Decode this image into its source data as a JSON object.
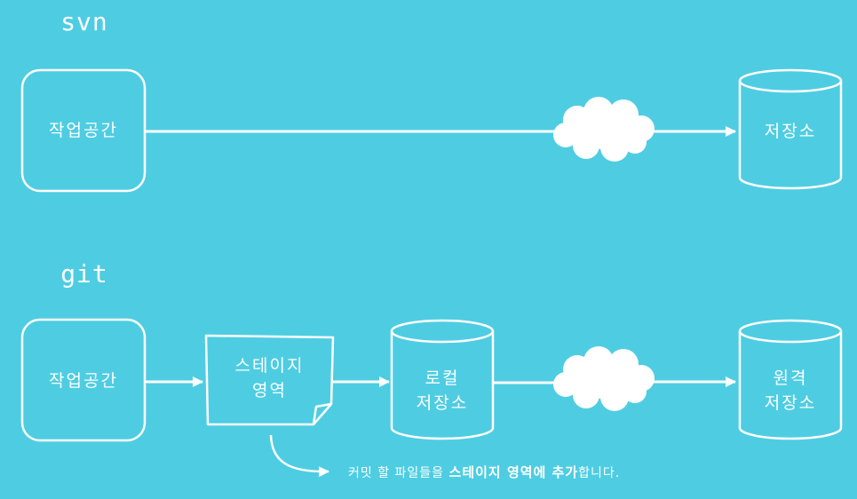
{
  "colors": {
    "background": "#4ECDE2",
    "stroke": "#FFFFFF"
  },
  "svn": {
    "title": "svn",
    "workspace": "작업공간",
    "repository": "저장소"
  },
  "git": {
    "title": "git",
    "workspace": "작업공간",
    "staging": "스테이지\n영역",
    "local_repo": "로컬\n저장소",
    "remote_repo": "원격\n저장소",
    "note": {
      "part1": "커밋 할 파일들을 ",
      "bold1": "스테이지 영역에 추가",
      "part2": "합니다."
    }
  },
  "icons": [
    "cloud-icon",
    "curved-arrow-icon"
  ]
}
